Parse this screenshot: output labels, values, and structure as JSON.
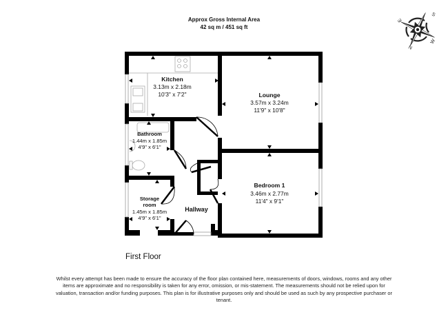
{
  "header": {
    "title": "Approx Gross Internal Area",
    "area": "42 sq m / 451 sq ft"
  },
  "compass": {
    "icon": "compass-rose-icon",
    "labels": [
      "S",
      "W",
      "N",
      "E"
    ]
  },
  "floor": {
    "label": "First Floor"
  },
  "rooms": [
    {
      "name": "Kitchen",
      "metric": "3.13m x 2.18m",
      "imperial": "10'3\" x 7'2\""
    },
    {
      "name": "Lounge",
      "metric": "3.57m x 3.24m",
      "imperial": "11'9\" x 10'8\""
    },
    {
      "name": "Bathroom",
      "metric": "1.44m x 1.85m",
      "imperial": "4'9\" x 6'1\""
    },
    {
      "name": "Bedroom 1",
      "metric": "3.46m x 2.77m",
      "imperial": "11'4\" x 9'1\""
    },
    {
      "name": "Storage",
      "name2": "room",
      "metric": "1.45m x 1.85m",
      "imperial": "4'9\" x 6'1\""
    },
    {
      "name": "Hallway"
    }
  ],
  "disclaimer": "Whilst every attempt has been made to ensure the accuracy of the floor plan contained here, measurements of doors, windows, rooms and any other items are approximate and no responsibility is taken for any error, omission, or mis-statement. The measurements should not be relied upon for valuation, transaction and/or funding purposes. This plan is for illustrative purposes only and should be used as such by any prospective purchaser or tenant."
}
